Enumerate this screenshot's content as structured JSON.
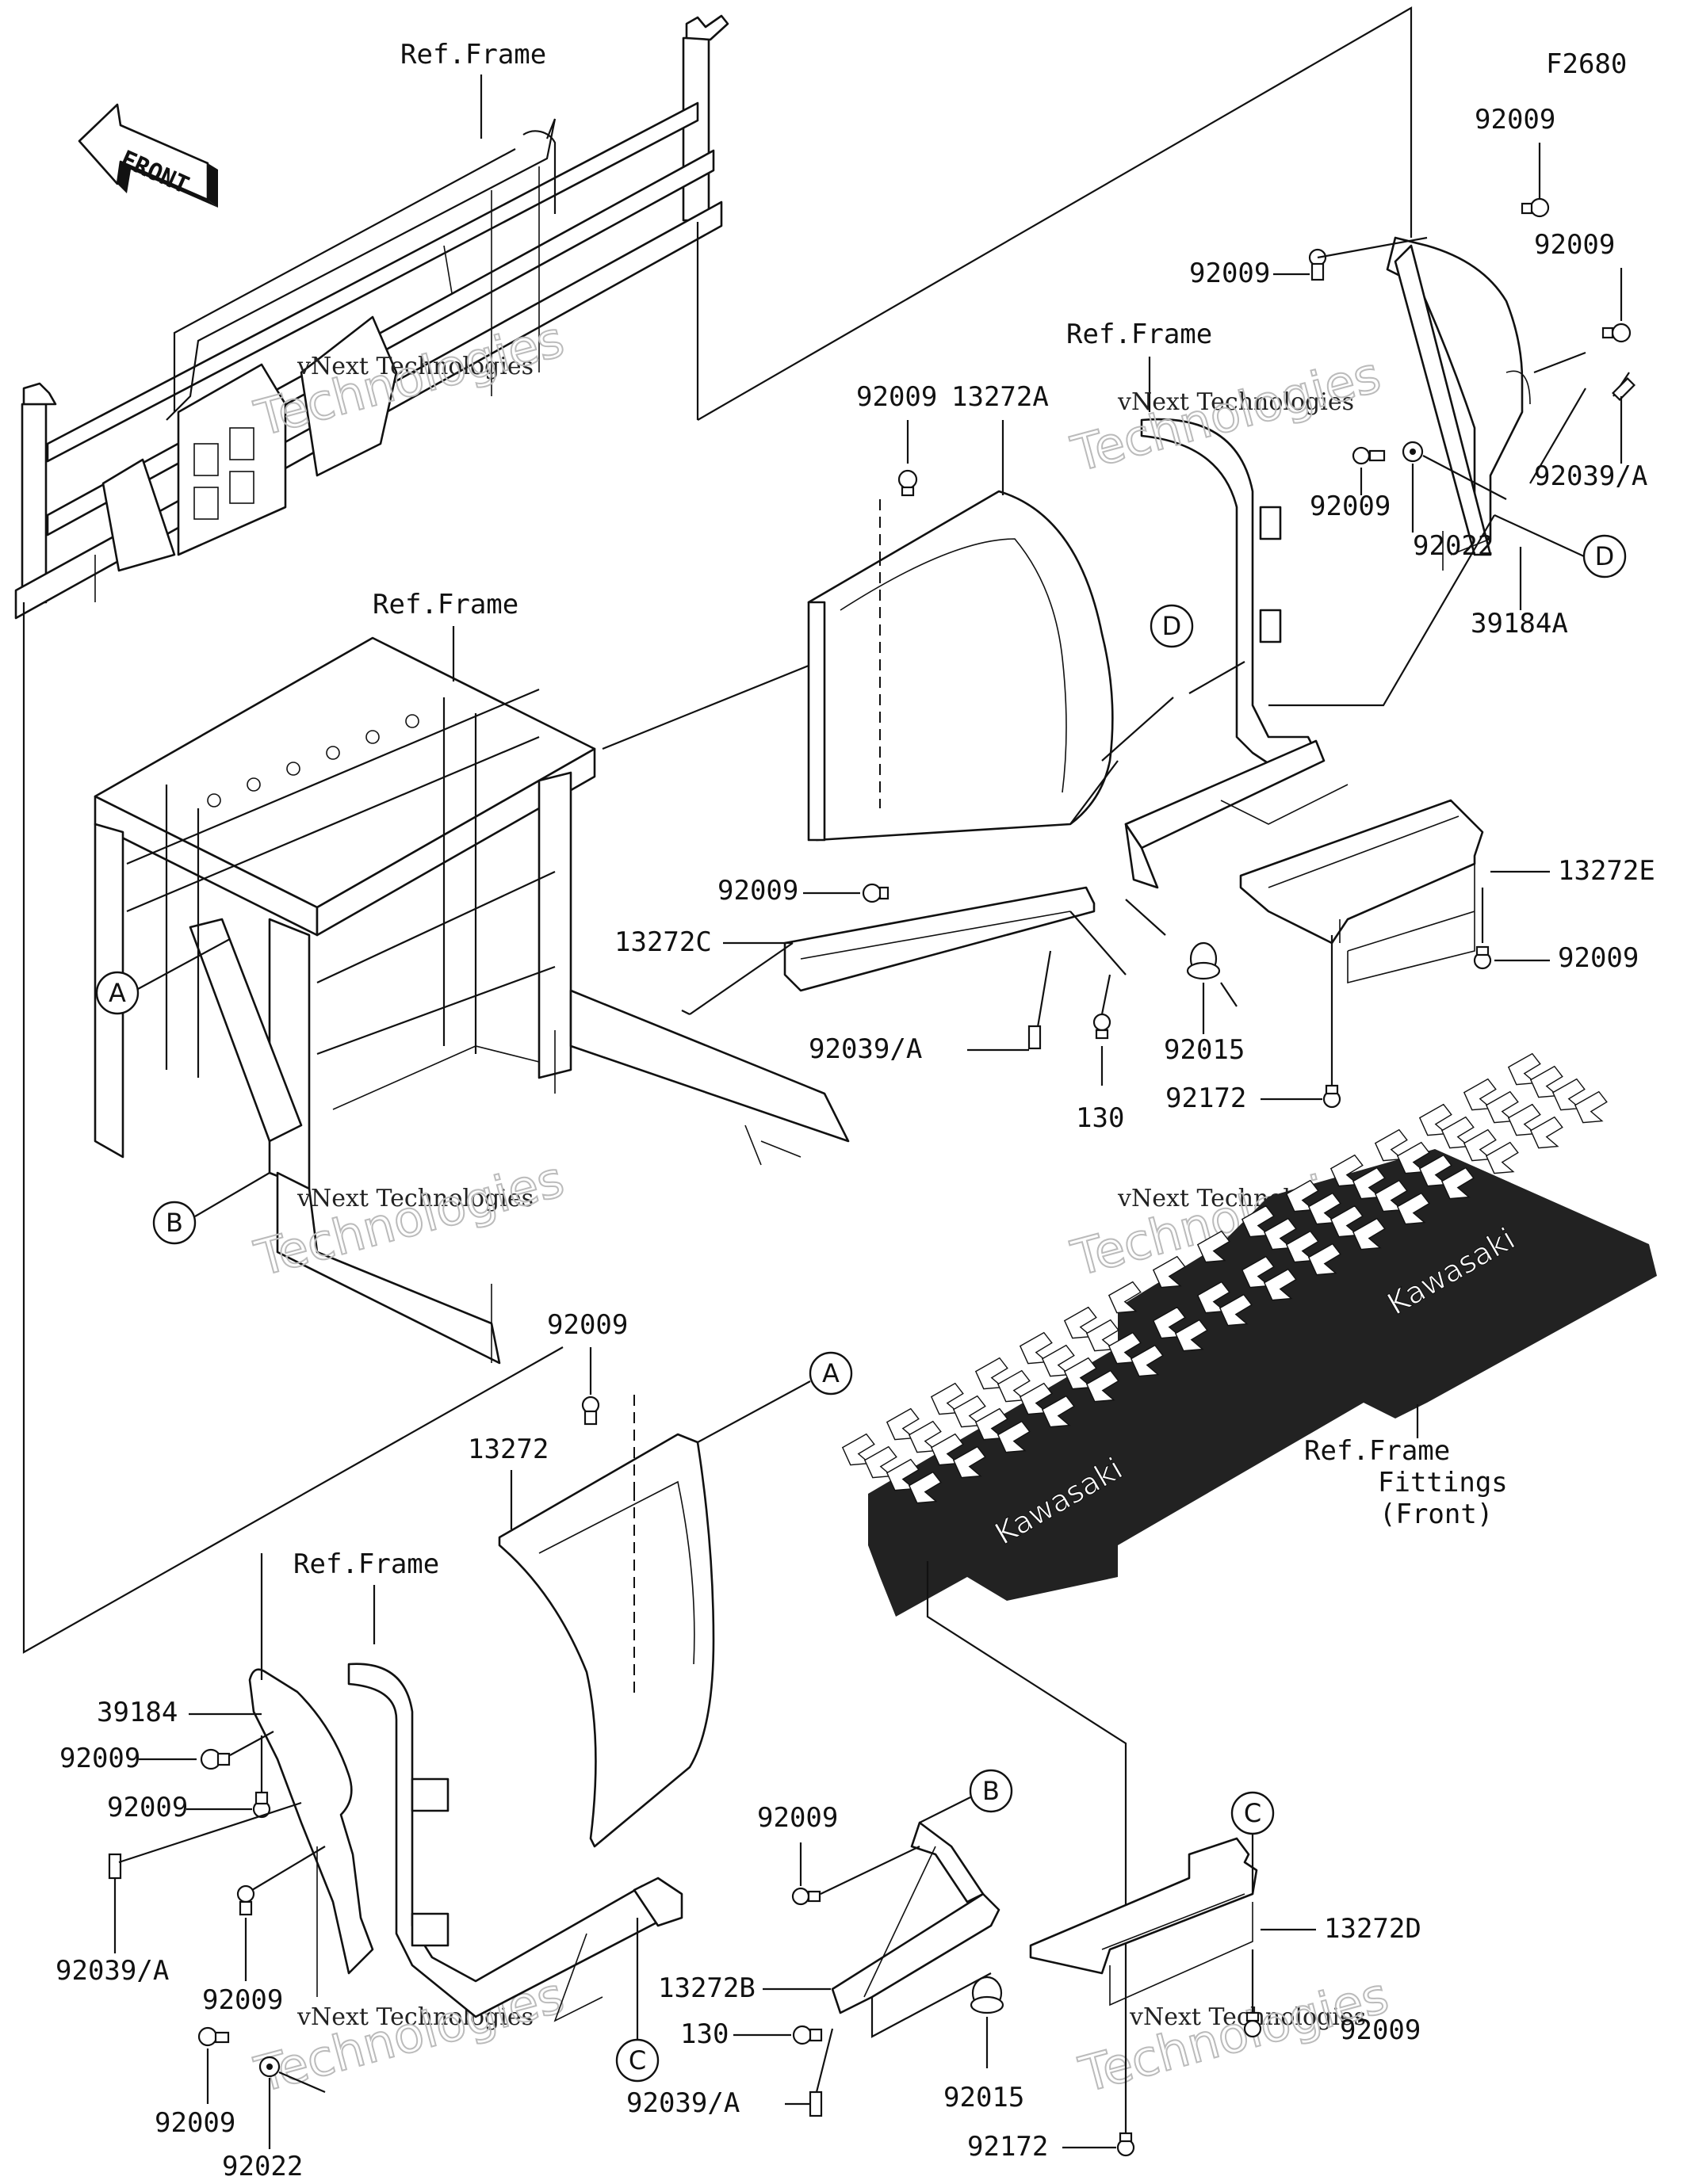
{
  "figure_code": "F2680",
  "front_arrow": {
    "text": "FRONT"
  },
  "watermark": {
    "line1": "vNext Technologies",
    "line2": "Technologies"
  },
  "mat_logo": "Kawasaki",
  "labels": {
    "ref_frame_top": "Ref.Frame",
    "ref_frame_mid": "Ref.Frame",
    "ref_frame_right": "Ref.Frame",
    "ref_frame_bottom": "Ref.Frame",
    "ref_frame_fittings_1": "Ref.Frame",
    "ref_frame_fittings_2": "Fittings",
    "ref_frame_fittings_3": "(Front)",
    "p92009_a": "92009",
    "p92009_b": "92009",
    "p92009_c": "92009",
    "p92009_d": "92009",
    "p92009_e": "92009",
    "p92009_f": "92009",
    "p92009_g": "92009",
    "p92009_h": "92009",
    "p92009_i": "92009",
    "p92009_j": "92009",
    "p92009_k": "92009",
    "p92009_l": "92009",
    "p92009_m": "92009",
    "p92009_n": "92009",
    "p92022_a": "92022",
    "p92022_b": "92022",
    "p92039_a": "92039/A",
    "p92039_b": "92039/A",
    "p92039_c": "92039/A",
    "p92039_d": "92039/A",
    "p39184a": "39184A",
    "p39184": "39184",
    "p13272a": "13272A",
    "p13272": "13272",
    "p13272b": "13272B",
    "p13272c": "13272C",
    "p13272d": "13272D",
    "p13272e": "13272E",
    "p92015_a": "92015",
    "p92015_b": "92015",
    "p92172_a": "92172",
    "p92172_b": "92172",
    "p130_a": "130",
    "p130_b": "130"
  },
  "callouts": {
    "a1": "A",
    "a2": "A",
    "b1": "B",
    "b2": "B",
    "c1": "C",
    "c2": "C",
    "d1": "D",
    "d2": "D"
  }
}
